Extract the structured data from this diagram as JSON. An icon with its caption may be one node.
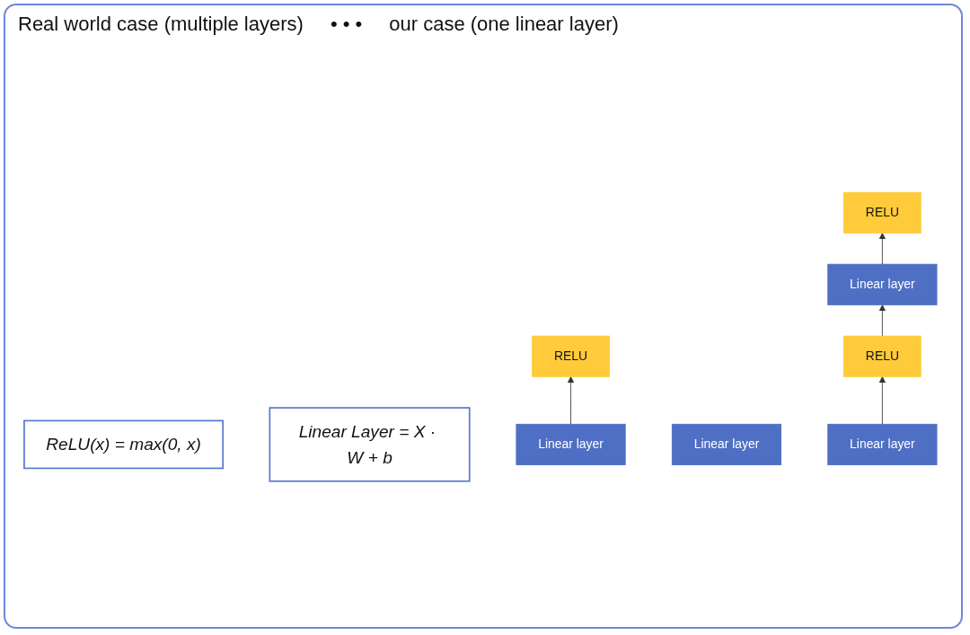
{
  "diagram": {
    "nodes": [
      {
        "text": [
          "ReLU(x) = max(0, x)"
        ]
      },
      {
        "text": [
          "Linear Layer = X · W + b"
        ]
      },
      {
        "text": [
          "RELU"
        ]
      },
      {
        "text": [
          "Linear layer"
        ]
      },
      {
        "text": [
          "Linear layer"
        ]
      },
      {
        "text": [
          "RELU"
        ]
      },
      {
        "text": [
          "Linear layer"
        ]
      },
      {
        "text": [
          "RELU"
        ]
      },
      {
        "text": [
          "Linear layer"
        ]
      }
    ],
    "edges": [
      {
        "from": 3,
        "to": 2,
        "arrow": "to"
      },
      {
        "from": 8,
        "to": 7,
        "arrow": "to"
      },
      {
        "from": 7,
        "to": 6,
        "arrow": "to"
      },
      {
        "from": 6,
        "to": 5,
        "arrow": "to"
      }
    ],
    "labels": [
      "Real world case (multiple layers)",
      "• • •",
      "our case (one linear layer)"
    ]
  }
}
